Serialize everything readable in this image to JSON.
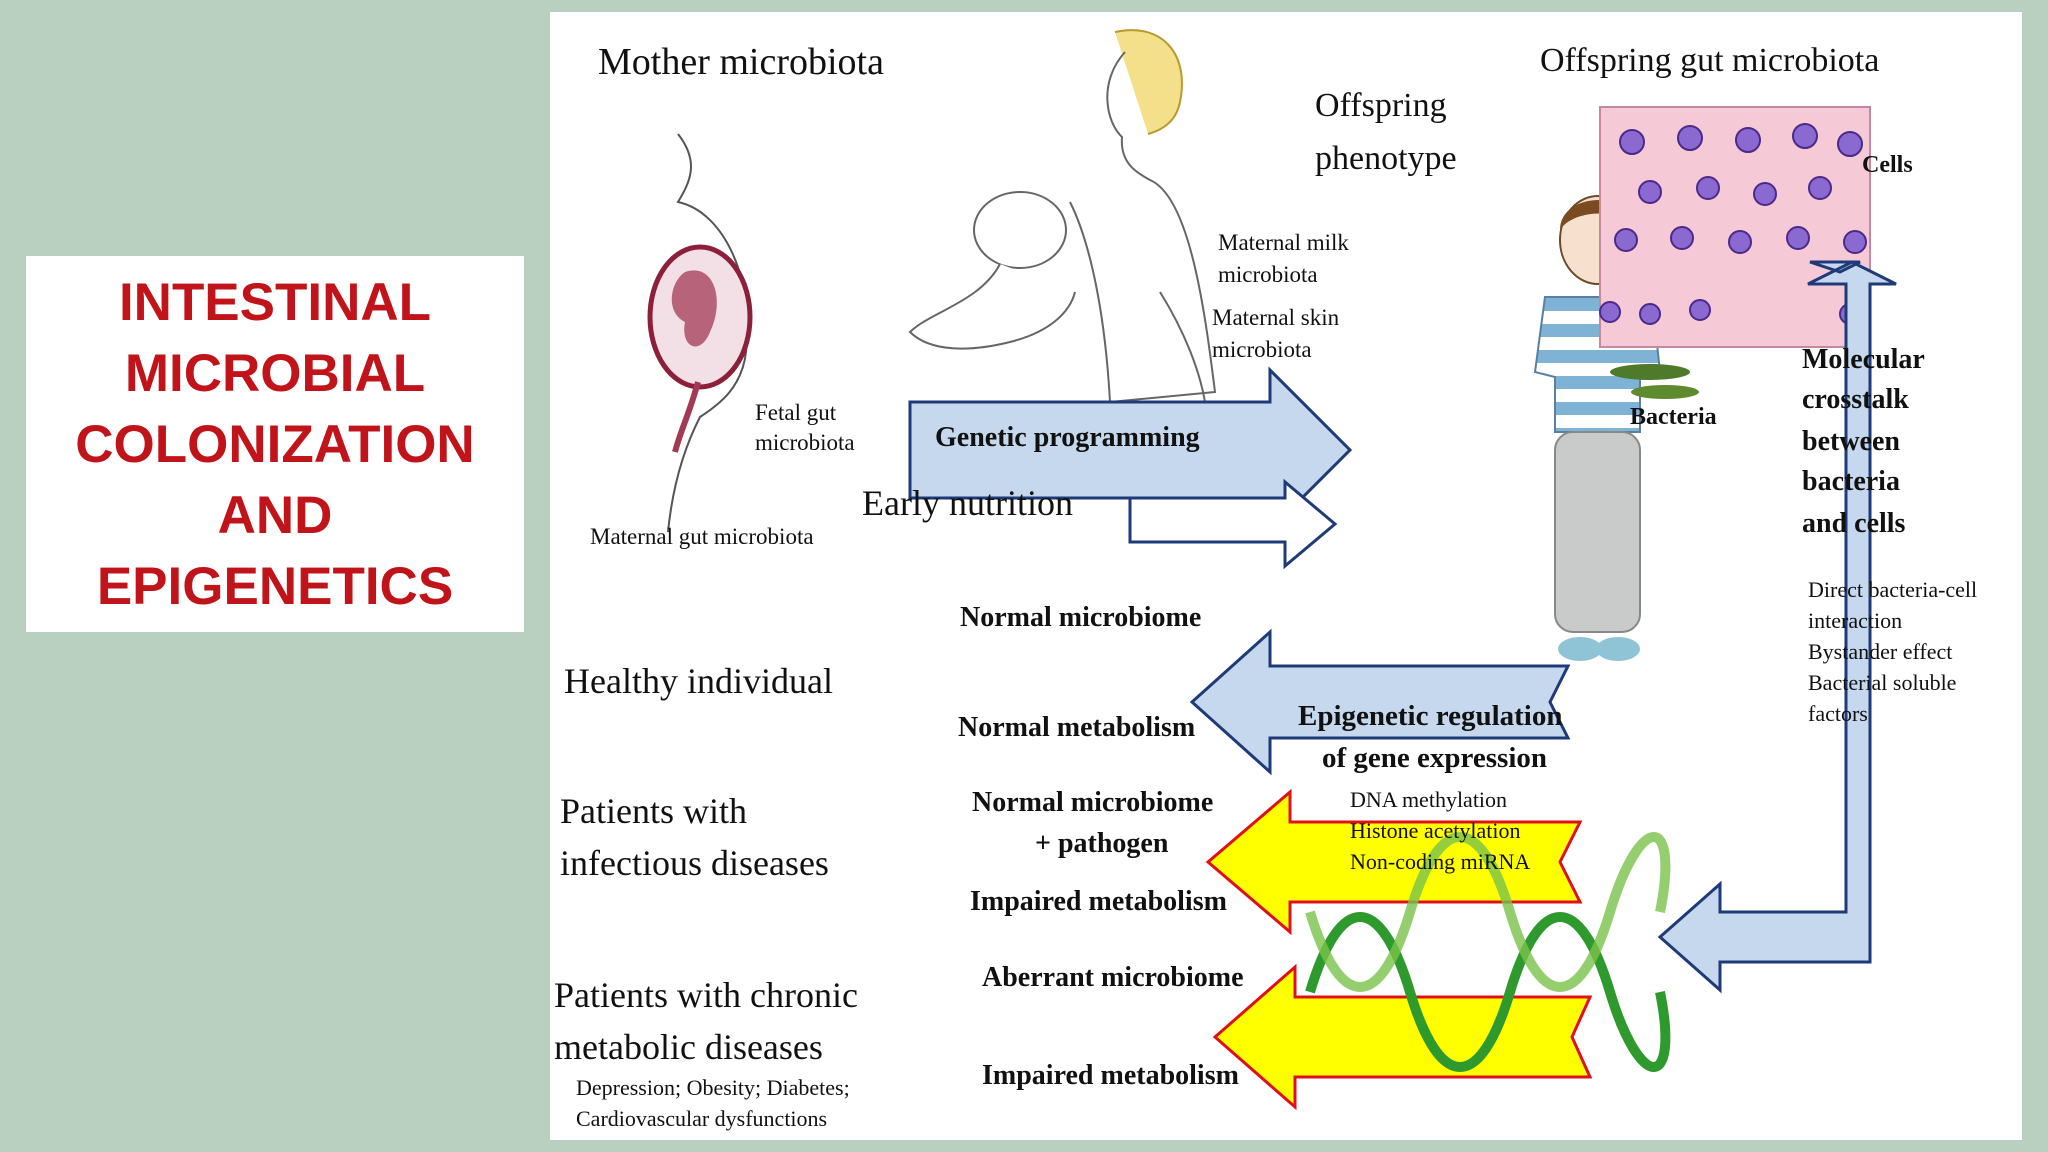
{
  "title_lines": [
    "INTESTINAL",
    "MICROBIAL",
    "COLONIZATION",
    "AND",
    "EPIGENETICS"
  ],
  "labels": {
    "mother_microbiota": "Mother microbiota",
    "offspring_gut_microbiota": "Offspring gut microbiota",
    "offspring_phenotype_1": "Offspring",
    "offspring_phenotype_2": "phenotype",
    "cells": "Cells",
    "bacteria": "Bacteria",
    "maternal_milk_1": "Maternal milk",
    "maternal_milk_2": "microbiota",
    "maternal_skin_1": "Maternal skin",
    "maternal_skin_2": "microbiota",
    "fetal_gut_1": "Fetal gut",
    "fetal_gut_2": "microbiota",
    "maternal_gut": "Maternal gut microbiota",
    "genetic_programming": "Genetic programming",
    "early_nutrition": "Early nutrition",
    "crosstalk": [
      "Molecular",
      "crosstalk",
      "between",
      "bacteria",
      "and cells"
    ],
    "crosstalk_details": [
      "Direct bacteria-cell",
      "interaction",
      "Bystander effect",
      "Bacterial soluble",
      "factors"
    ],
    "epigenetic_1": "Epigenetic  regulation",
    "epigenetic_2": "of gene expression",
    "epigenetic_items": [
      "DNA methylation",
      "Histone acetylation",
      "Non-coding miRNA"
    ],
    "healthy_individual": "Healthy individual",
    "normal_microbiome": "Normal microbiome",
    "normal_metabolism": "Normal metabolism",
    "infectious_1": "Patients with",
    "infectious_2": "infectious diseases",
    "normal_microbiome_2": "Normal microbiome",
    "pathogen": "+ pathogen",
    "impaired_metabolism_1": "Impaired metabolism",
    "chronic_1": "Patients with chronic",
    "chronic_2": "metabolic diseases",
    "chronic_details_1": "Depression; Obesity; Diabetes;",
    "chronic_details_2": "Cardiovascular dysfunctions",
    "aberrant_microbiome": "Aberrant microbiome",
    "impaired_metabolism_2": "Impaired metabolism"
  },
  "colors": {
    "background": "#b9cfbf",
    "title_red": "#c0141a",
    "arrow_blue": "#c5d8ee",
    "arrow_blue_stroke": "#1e3a78",
    "arrow_yellow": "#ffff00",
    "arrow_red_stroke": "#e0101a"
  }
}
